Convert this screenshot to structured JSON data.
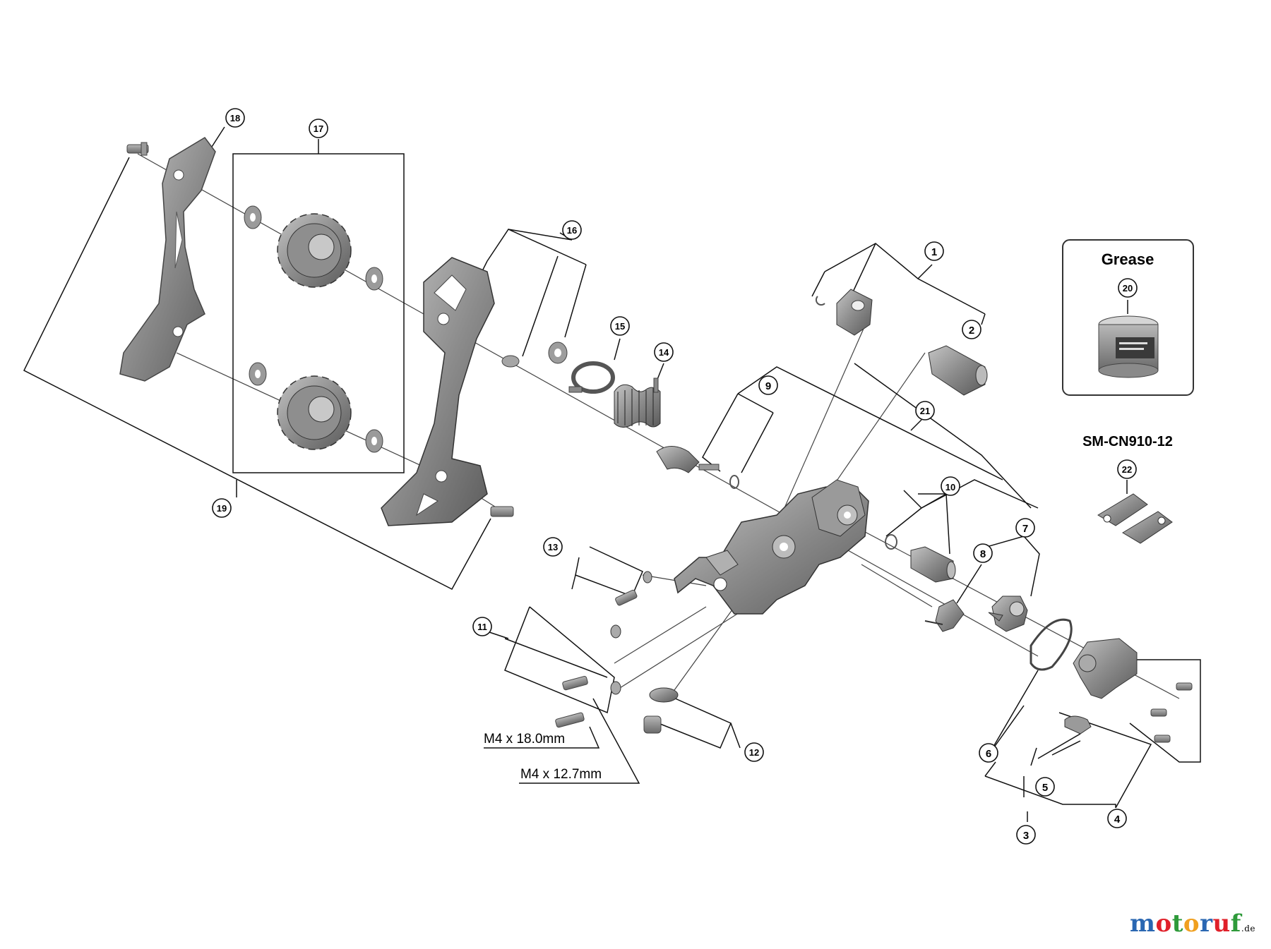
{
  "callouts": [
    {
      "id": "c1",
      "num": "1"
    },
    {
      "id": "c2",
      "num": "2"
    },
    {
      "id": "c3",
      "num": "3"
    },
    {
      "id": "c4",
      "num": "4"
    },
    {
      "id": "c5",
      "num": "5"
    },
    {
      "id": "c6",
      "num": "6"
    },
    {
      "id": "c7",
      "num": "7"
    },
    {
      "id": "c8",
      "num": "8"
    },
    {
      "id": "c9",
      "num": "9"
    },
    {
      "id": "c10",
      "num": "10"
    },
    {
      "id": "c11",
      "num": "11"
    },
    {
      "id": "c12",
      "num": "12"
    },
    {
      "id": "c13",
      "num": "13"
    },
    {
      "id": "c14",
      "num": "14"
    },
    {
      "id": "c15",
      "num": "15"
    },
    {
      "id": "c16",
      "num": "16"
    },
    {
      "id": "c17",
      "num": "17"
    },
    {
      "id": "c18",
      "num": "18"
    },
    {
      "id": "c19",
      "num": "19"
    },
    {
      "id": "c20",
      "num": "20"
    },
    {
      "id": "c21",
      "num": "21"
    },
    {
      "id": "c22",
      "num": "22"
    }
  ],
  "labels": {
    "grease": "Grease",
    "chain": "SM-CN910-12",
    "bolt_long": "M4 x 18.0mm",
    "bolt_short": "M4 x 12.7mm"
  },
  "watermark": {
    "letters": [
      "m",
      "o",
      "t",
      "o",
      "r",
      "u",
      "f"
    ],
    "colors": [
      "#2a67b2",
      "#e0202a",
      "#2e9a3a",
      "#f0a020",
      "#2a67b2",
      "#e0202a",
      "#2e9a3a"
    ],
    "suffix": ".de"
  },
  "colors": {
    "line": "#111111",
    "part": "#8a8a8a",
    "part_dark": "#5e5e5e",
    "part_light": "#b5b5b5"
  }
}
